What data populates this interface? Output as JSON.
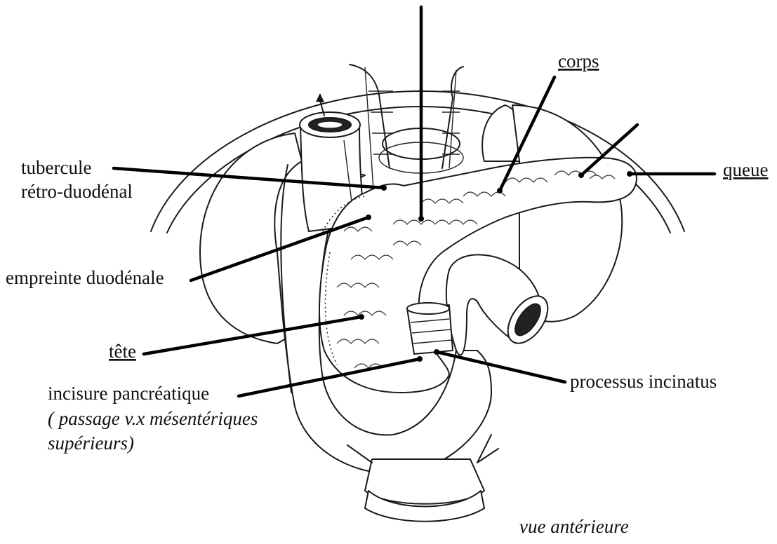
{
  "labels": {
    "corps": "corps",
    "queue": "queue",
    "tubercule_line1": "tubercule",
    "tubercule_line2": "rétro-duodénal",
    "empreinte": "empreinte duodénale",
    "tete": "tête",
    "incisure_line1": "incisure pancréatique",
    "incisure_line2": "( passage v.x mésentériques",
    "incisure_line3": "supérieurs)",
    "processus": "processus incinatus",
    "view": "vue antérieure"
  }
}
